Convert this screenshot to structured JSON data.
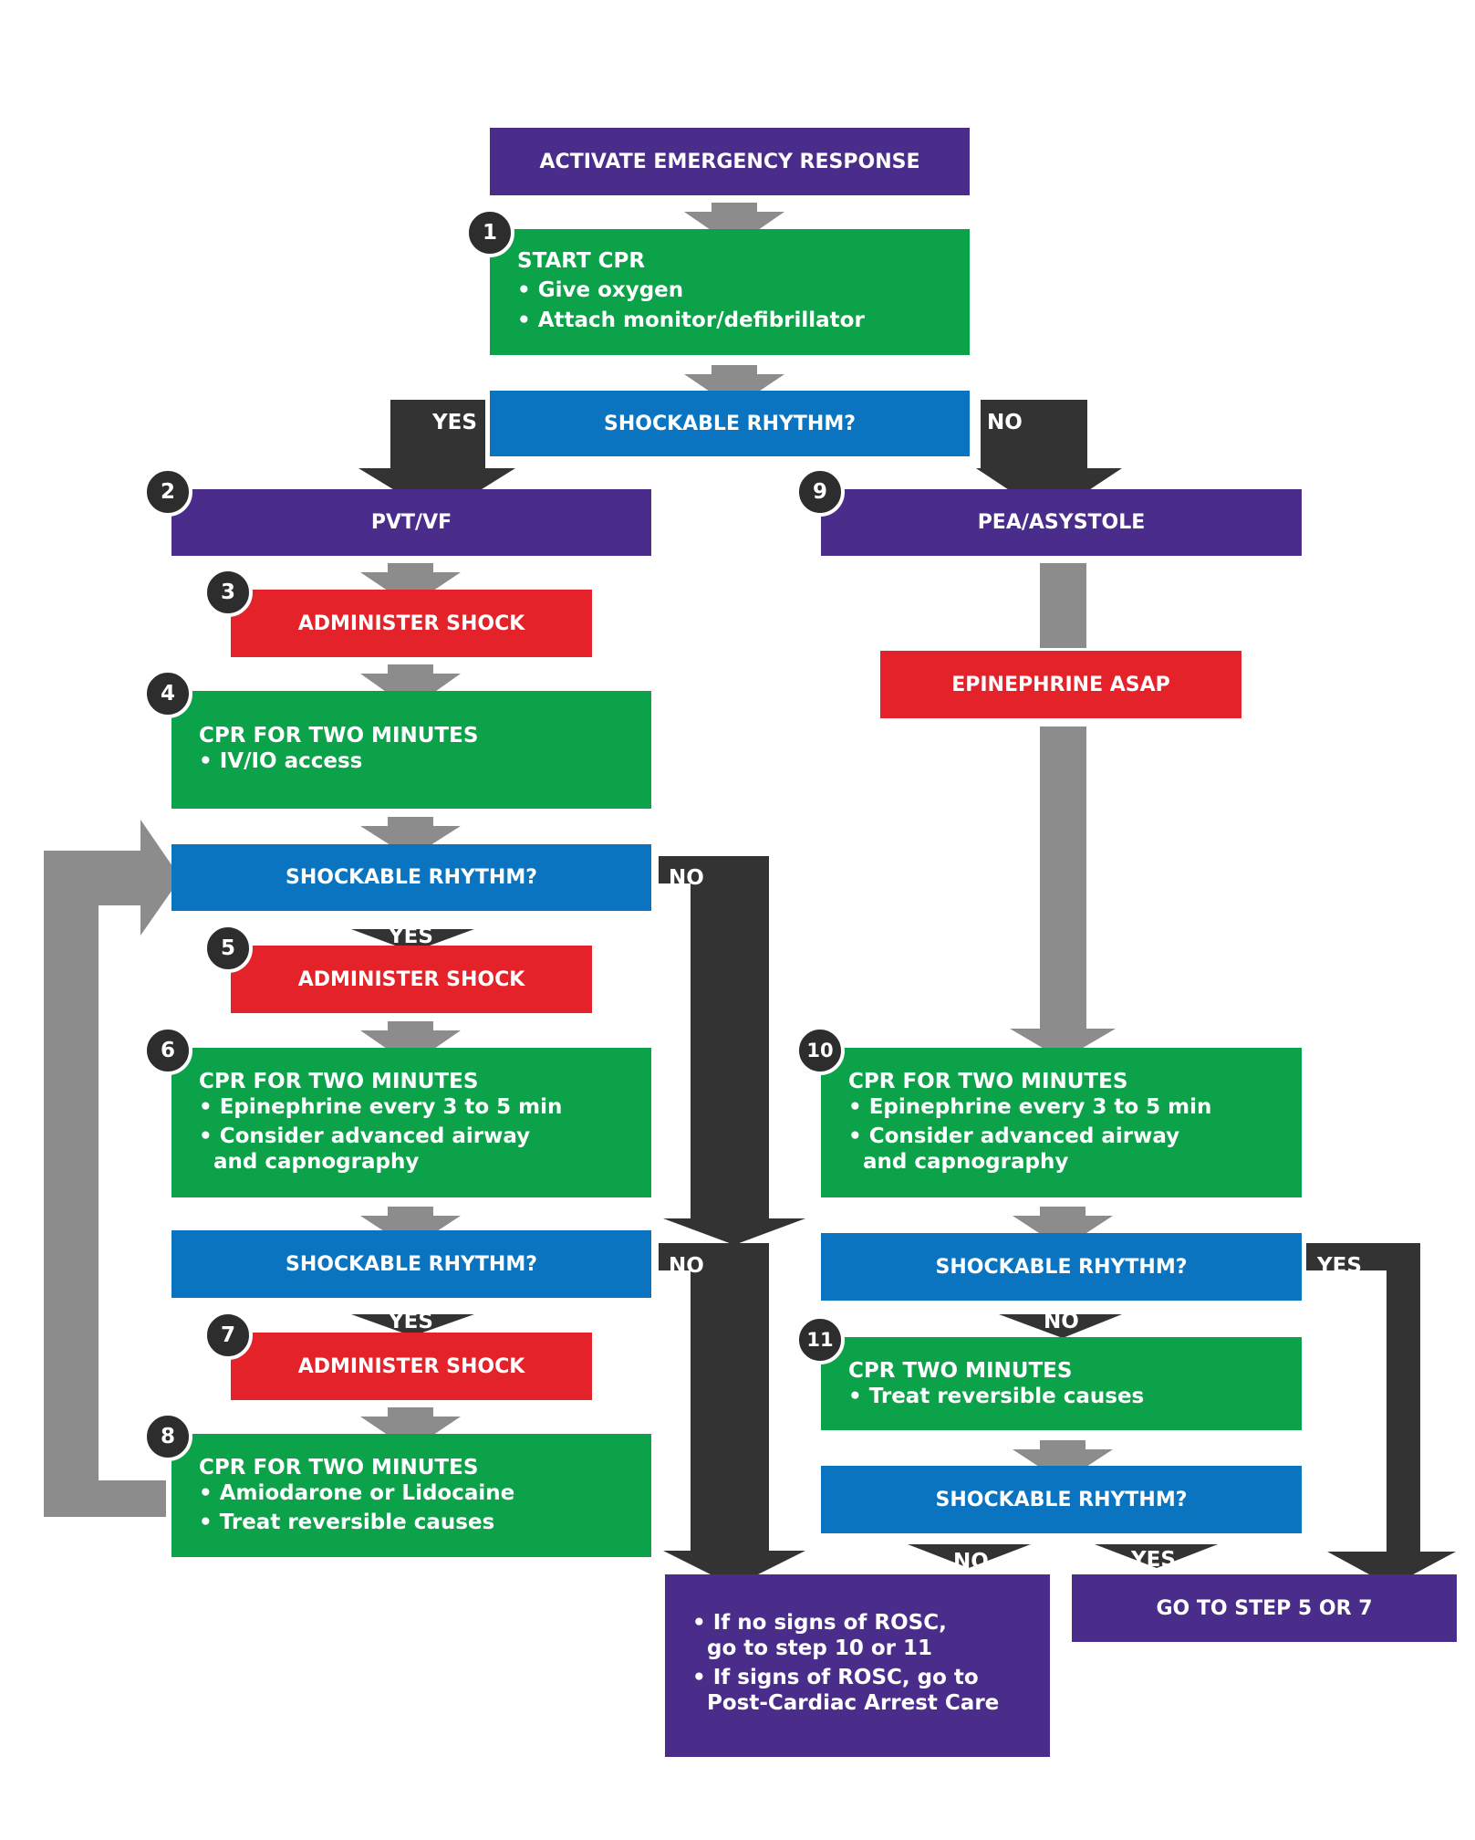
{
  "colors": {
    "purple": "#4a2d8b",
    "green": "#0ba24a",
    "blue": "#0b74c0",
    "red": "#e3222a",
    "gray_arrow": "#8c8c8c",
    "dark_arrow": "#333333",
    "badge": "#2d2d2d"
  },
  "start": {
    "label": "ACTIVATE EMERGENCY RESPONSE"
  },
  "step1": {
    "number": "1",
    "title": "START CPR",
    "bullets": [
      "• Give oxygen",
      "• Attach monitor/defibrillator"
    ]
  },
  "decision_top": {
    "label": "SHOCKABLE RHYTHM?",
    "yes": "YES",
    "no": "NO"
  },
  "step2": {
    "number": "2",
    "label": "PVT/VF"
  },
  "step3": {
    "number": "3",
    "label": "ADMINISTER SHOCK"
  },
  "step4": {
    "number": "4",
    "title": "CPR FOR TWO MINUTES",
    "bullets": [
      "• IV/IO access"
    ]
  },
  "decision_a": {
    "label": "SHOCKABLE RHYTHM?",
    "yes": "YES",
    "no": "NO"
  },
  "step5": {
    "number": "5",
    "label": "ADMINISTER SHOCK"
  },
  "step6": {
    "number": "6",
    "title": "CPR FOR TWO MINUTES",
    "bullets": [
      "• Epinephrine every 3 to 5 min",
      "• Consider advanced airway",
      "  and capnography"
    ]
  },
  "decision_b": {
    "label": "SHOCKABLE RHYTHM?",
    "yes": "YES",
    "no": "NO"
  },
  "step7": {
    "number": "7",
    "label": "ADMINISTER SHOCK"
  },
  "step8": {
    "number": "8",
    "title": "CPR FOR TWO MINUTES",
    "bullets": [
      "• Amiodarone or Lidocaine",
      "• Treat reversible causes"
    ]
  },
  "step9": {
    "number": "9",
    "label": "PEA/ASYSTOLE"
  },
  "epinephrine": {
    "label": "EPINEPHRINE ASAP"
  },
  "step10": {
    "number": "10",
    "title": "CPR FOR TWO MINUTES",
    "bullets": [
      "• Epinephrine every 3 to 5 min",
      "• Consider advanced airway",
      "  and capnography"
    ]
  },
  "decision_c": {
    "label": "SHOCKABLE RHYTHM?",
    "yes": "YES",
    "no": "NO"
  },
  "step11": {
    "number": "11",
    "title": "CPR TWO MINUTES",
    "bullets": [
      "• Treat reversible causes"
    ]
  },
  "decision_d": {
    "label": "SHOCKABLE RHYTHM?",
    "yes": "YES",
    "no": "NO"
  },
  "rosc": {
    "lines": [
      "• If no signs of ROSC,",
      "  go to step 10 or 11",
      "• If signs of ROSC, go to",
      "  Post-Cardiac Arrest Care"
    ]
  },
  "goto": {
    "label": "GO TO STEP 5 OR 7"
  }
}
